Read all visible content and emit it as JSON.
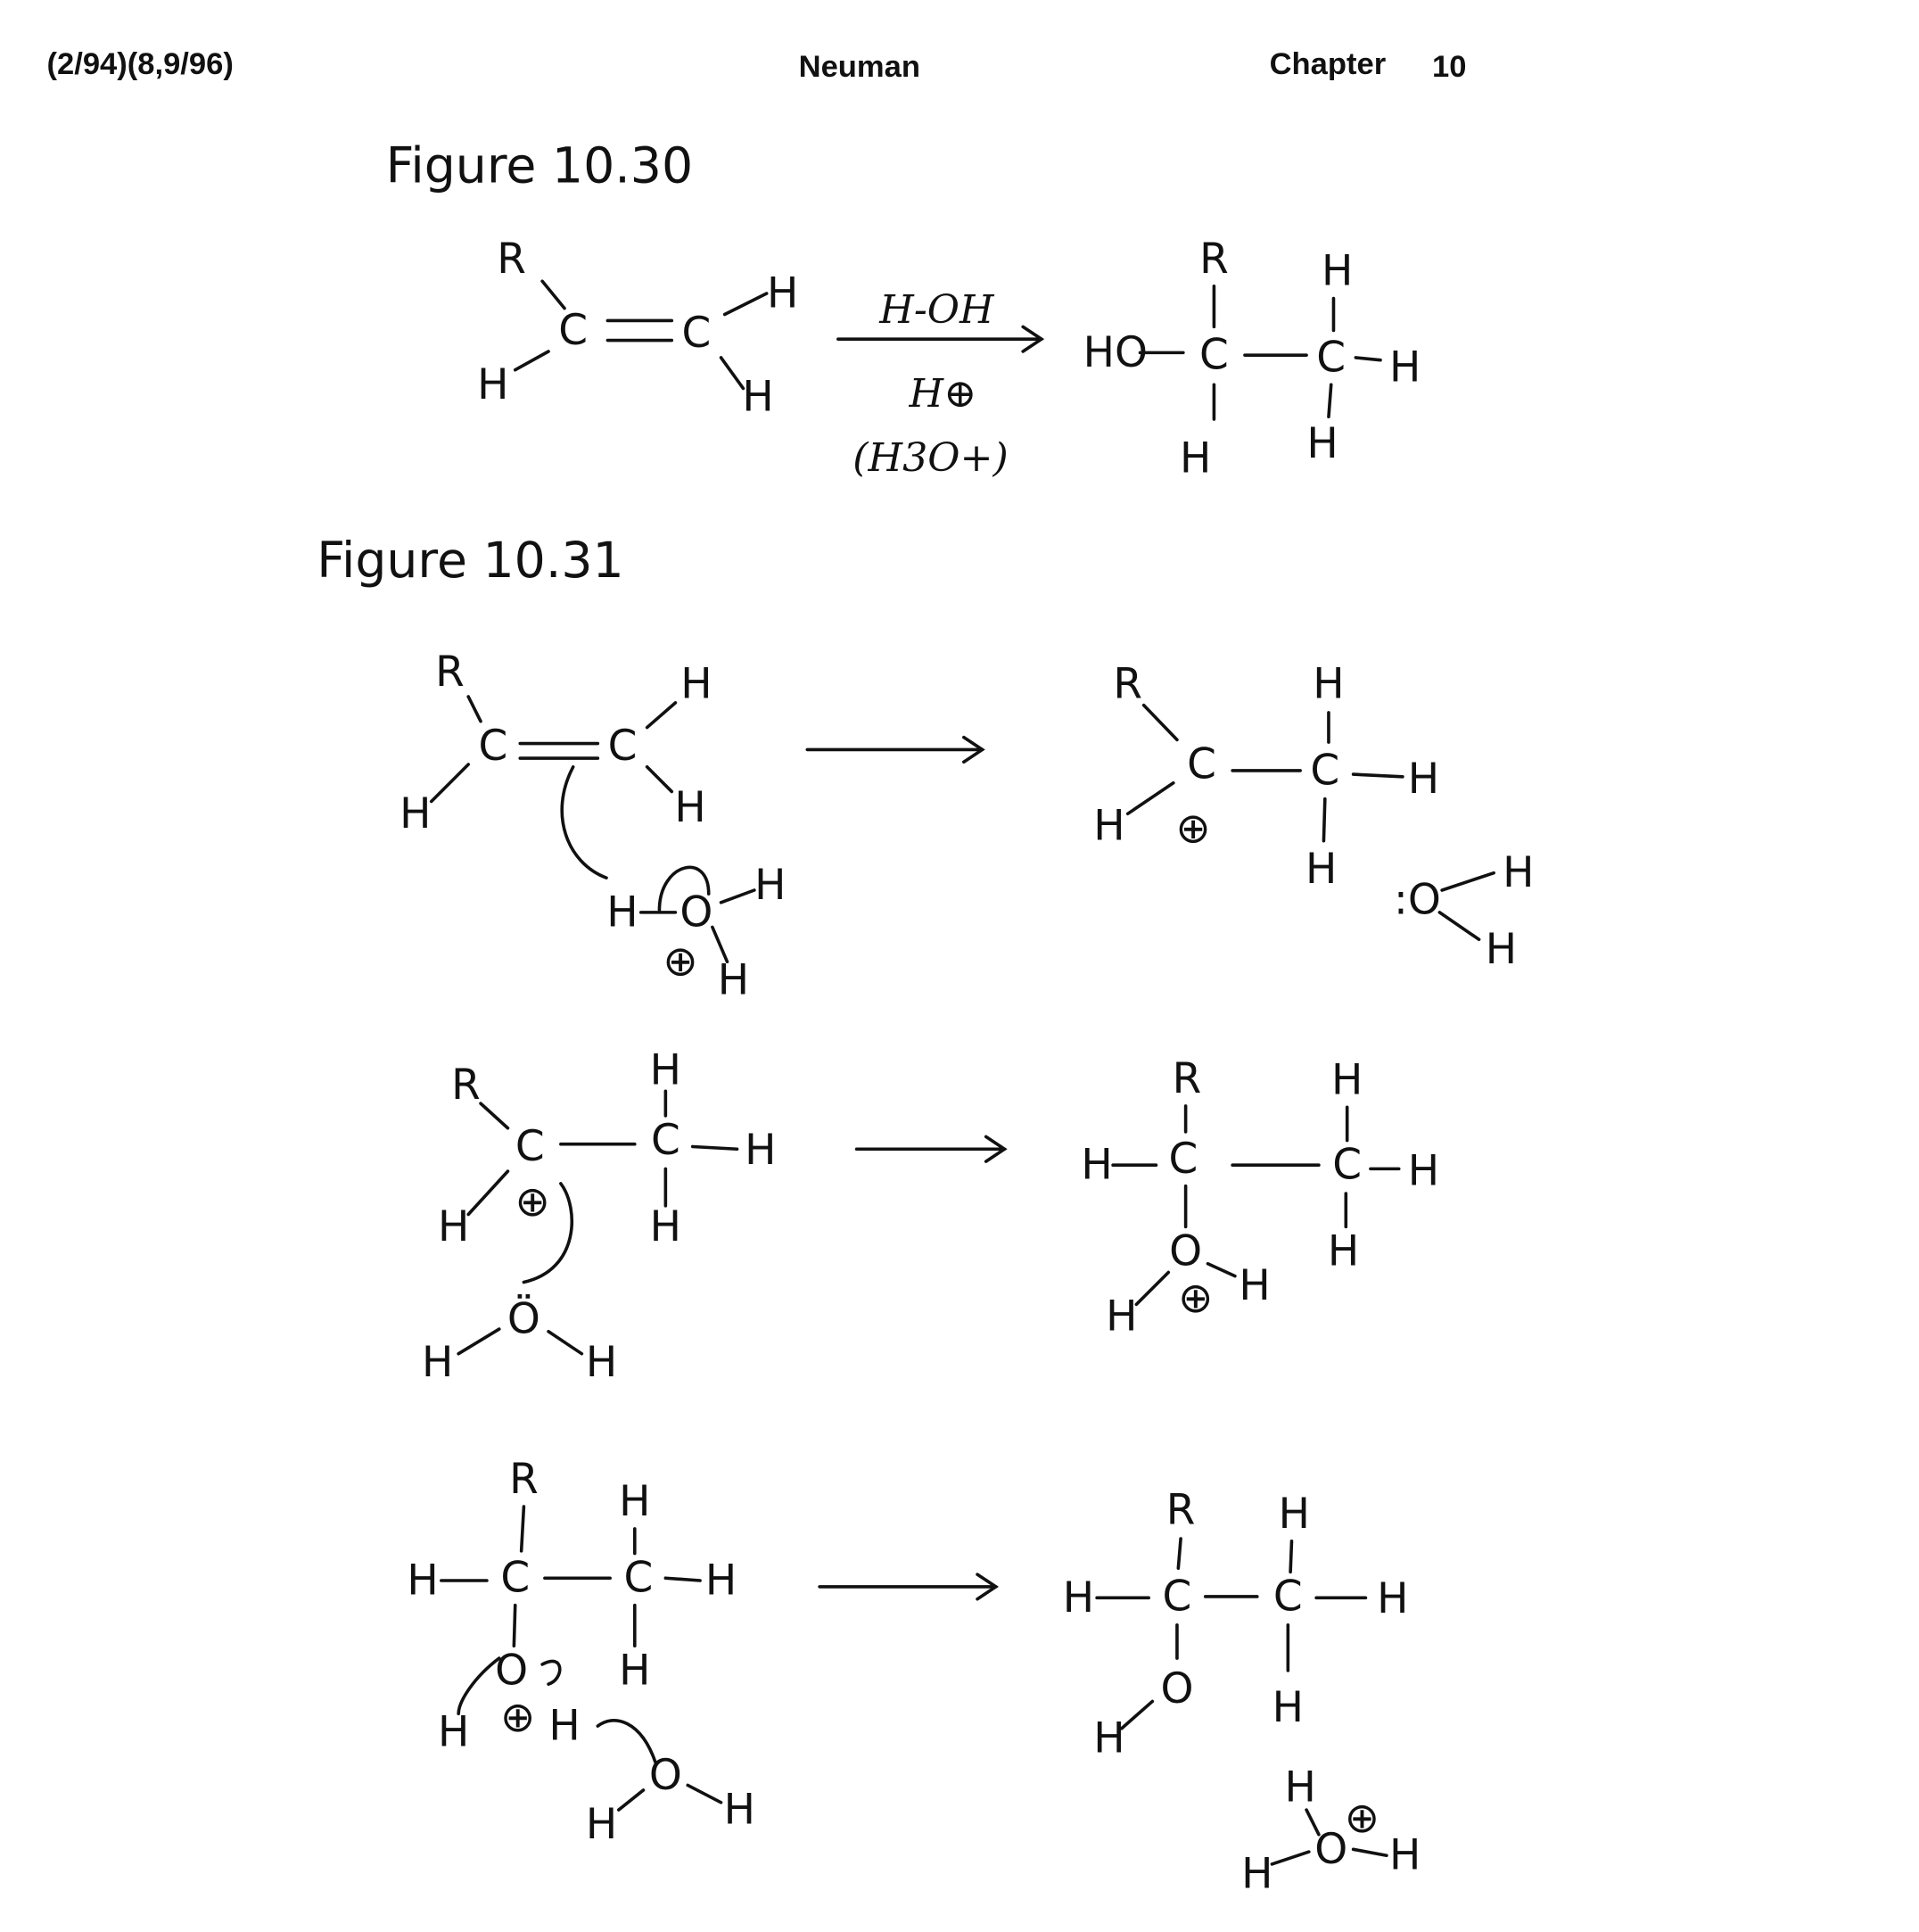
{
  "header": {
    "left": "(2/94)(8,9/96)",
    "center": "Neuman",
    "right_label": "Chapter",
    "right_number": "10"
  },
  "figures": [
    {
      "title": "Figure 10.30",
      "reagents": [
        "H-OH",
        "H⊕",
        "(H3O+)"
      ]
    },
    {
      "title": "Figure 10.31"
    }
  ],
  "molecules": {
    "f30_reactant": [
      "R",
      "C",
      "C",
      "H",
      "H",
      "H"
    ],
    "f30_product": [
      "HO",
      "C",
      "R",
      "H",
      "C",
      "H",
      "H",
      "H"
    ],
    "r1_left": [
      "R",
      "C",
      "C",
      "H",
      "H",
      "H"
    ],
    "r1_hydronium": [
      "H",
      "O",
      "H",
      "H",
      "⊕"
    ],
    "r1_right": [
      "R",
      "C",
      "⊕",
      "H",
      "C",
      "H",
      "H",
      "H"
    ],
    "r1_water": [
      ":O",
      "H",
      "H"
    ],
    "r2_left": [
      "R",
      "C",
      "⊕",
      "H",
      "C",
      "H",
      "H",
      "H"
    ],
    "r2_water": [
      "Ö",
      "H",
      "H"
    ],
    "r2_right": [
      "R",
      "H",
      "C",
      "C",
      "H",
      "H",
      "H",
      "O",
      "H",
      "⊕",
      "H"
    ],
    "r3_left": [
      "R",
      "H",
      "C",
      "C",
      "H",
      "H",
      "H",
      "O",
      "H",
      "⊕",
      "H"
    ],
    "r3_water": [
      "O",
      "H",
      "H"
    ],
    "r3_right": [
      "R",
      "H",
      "C",
      "C",
      "H",
      "H",
      "H",
      "O",
      "H"
    ],
    "r3_hydronium": [
      "H",
      "⊕",
      "O",
      "H",
      "H"
    ]
  }
}
